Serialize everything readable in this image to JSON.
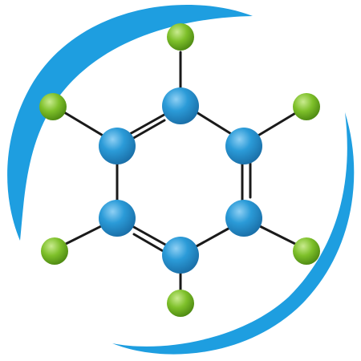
{
  "logo": {
    "subject": "benzene-molecule",
    "atom_groups": {
      "ring": 6,
      "substituent": 6
    },
    "bond_orders": [
      "single",
      "double",
      "single",
      "double",
      "single",
      "double"
    ],
    "colors": {
      "ring_swoosh": "#1e9ee0",
      "ring_atom": "#2b9bd8",
      "ring_atom_highlight": "#8fd0f4",
      "ring_atom_shadow": "#1a6fa8",
      "substituent_atom": "#7ec02a",
      "substituent_atom_highlight": "#c9eb8f",
      "substituent_atom_shadow": "#4e8a12",
      "bond": "#1a1a1a",
      "background": "#ffffff"
    }
  }
}
